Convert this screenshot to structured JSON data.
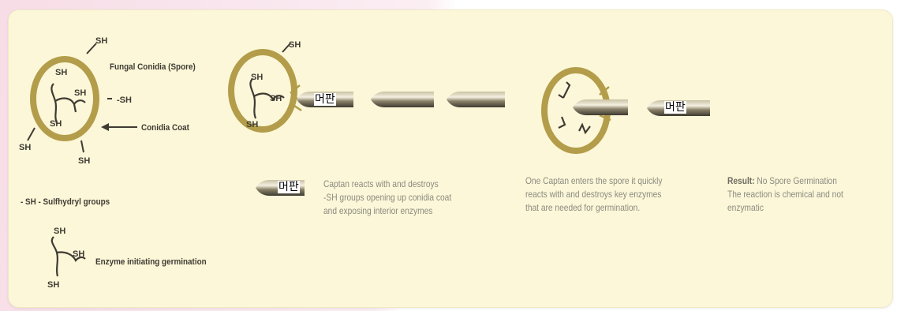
{
  "labels": {
    "sh": "SH",
    "dash_sh": "-SH",
    "fungal_conidia": "Fungal Conidia (Spore)",
    "conidia_coat": "Conidia Coat",
    "sulfhydryl": "- SH - Sulfhydryl groups",
    "enzyme_initiating": "Enzyme initiating germination"
  },
  "captions": {
    "captan_reacts": [
      "Captan reacts with and destroys",
      "-SH groups opening up conidia coat",
      "and exposing interior enzymes"
    ],
    "captan_enters": [
      "One Captan enters the spore it quickly",
      "reacts with and destroys key enzymes",
      "that are needed for germination."
    ],
    "result_label": "Result:",
    "result_first": "No Spore Germination",
    "result_rest": [
      "The reaction is chemical and not",
      "enzymatic"
    ]
  },
  "overlay_label": "머판",
  "colors": {
    "coat": "#b39d4a",
    "panel": "#fbf7d8",
    "ink": "#3f3b33",
    "caption": "#8c8a80"
  }
}
